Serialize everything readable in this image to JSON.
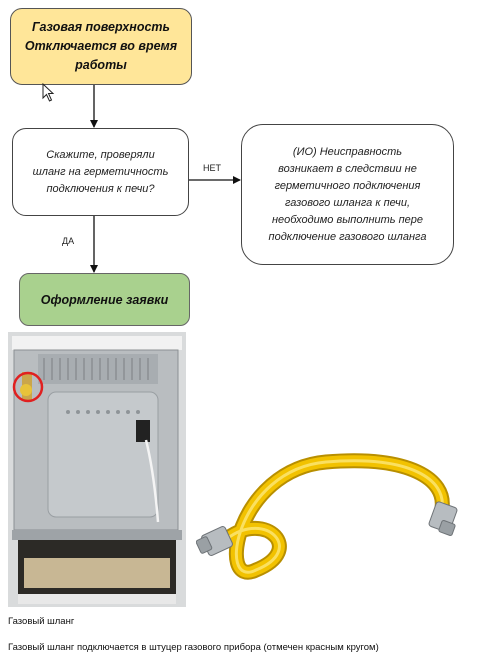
{
  "flowchart": {
    "start_box": "Газовая поверхность\nОтключается во время\nработы",
    "question_box": "Скажите, проверяли\nшланг на герметичность\nподключения к печи?",
    "io_box": "(ИО) Неисправность\nвозникает в следствии не\nгерметичного подключения\nгазового шланга к печи,\nнеобходимо выполнить пере\nподключение газового шланга",
    "action_box": "Оформление заявки",
    "label_no": "НЕТ",
    "label_yes": "ДА"
  },
  "colors": {
    "start_fill": "#ffe699",
    "action_fill": "#a9d18e",
    "highlight_circle": "#e02020",
    "hose_yellow": "#f2c200"
  },
  "captions": {
    "title": "Газовый шланг",
    "description": "Газовый шланг подключается в штуцер газового прибора (отмечен красным кругом)"
  }
}
